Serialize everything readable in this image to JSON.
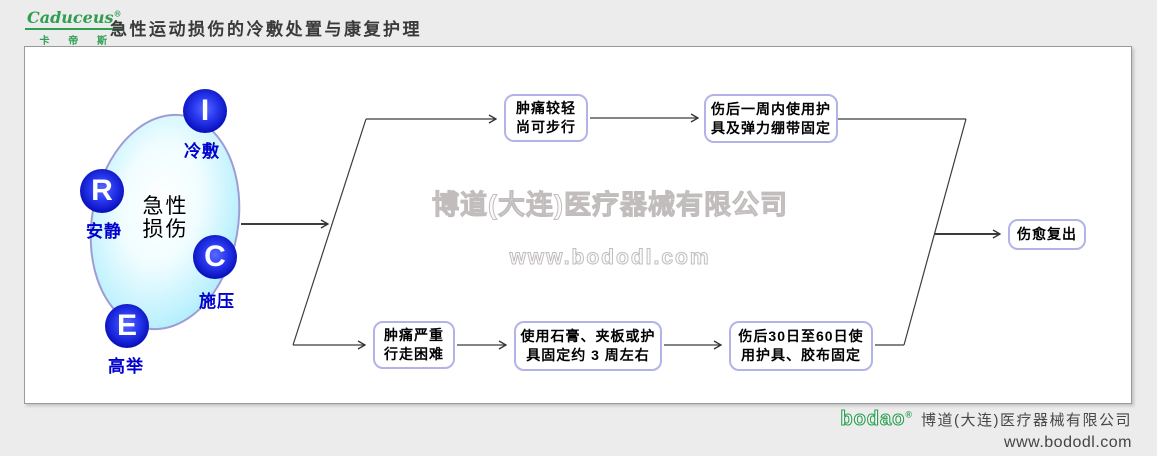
{
  "header": {
    "brand": "Caduceus",
    "brand_reg": "®",
    "brand_cn": "卡 帝 斯",
    "title": "急性运动损伤的冷敷处置与康复护理"
  },
  "diagram": {
    "center": {
      "line1": "急性",
      "line2": "损伤"
    },
    "rice": [
      {
        "letter": "I",
        "label": "冷敷"
      },
      {
        "letter": "R",
        "label": "安静"
      },
      {
        "letter": "C",
        "label": "施压"
      },
      {
        "letter": "E",
        "label": "高举"
      }
    ],
    "top_path": [
      {
        "line1": "肿痛较轻",
        "line2": "尚可步行"
      },
      {
        "line1": "伤后一周内使用护",
        "line2": "具及弹力绷带固定"
      }
    ],
    "bottom_path": [
      {
        "line1": "肿痛严重",
        "line2": "行走困难"
      },
      {
        "line1": "使用石膏、夹板或护",
        "line2": "具固定约 3 周左右"
      },
      {
        "line1": "伤后30日至60日使",
        "line2": "用护具、胶布固定"
      }
    ],
    "final_box": "伤愈复出"
  },
  "watermark": {
    "company": "博道(大连)医疗器械有限公司",
    "website": "www.bododl.com"
  },
  "footer": {
    "logo": "bodao",
    "logo_reg": "®",
    "company": "博道(大连)医疗器械有限公司",
    "website": "www.bododl.com"
  },
  "colors": {
    "accent_green": "#2f9e52",
    "circle_blue": "#000088",
    "label_blue": "#0000cc",
    "box_border": "#b3b3ea",
    "ellipse_fill": "#a2e8fb",
    "line_color": "#3c3c3c"
  }
}
